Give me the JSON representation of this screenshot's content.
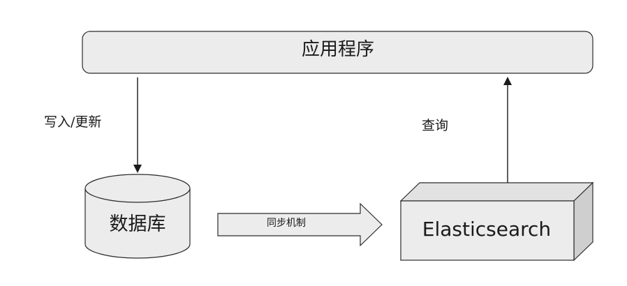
{
  "diagram": {
    "application": "应用程序",
    "write_update": "写入/更新",
    "query": "查询",
    "database": "数据库",
    "sync_mechanism": "同步机制",
    "elasticsearch": "Elasticsearch"
  },
  "colors": {
    "box_fill": "#ececec",
    "side_fill": "#cfcfcf",
    "top_fill": "#e2e2e2",
    "stroke": "#2b2b2b",
    "text": "#1a1a1a"
  }
}
